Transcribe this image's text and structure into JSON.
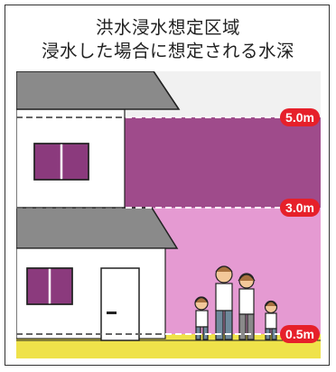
{
  "title_line1": "洪水浸水想定区域",
  "title_line2": "浸水した場合に想定される水深",
  "depth_levels": [
    {
      "label": "5.0m",
      "color": "#e6202a"
    },
    {
      "label": "3.0m",
      "color": "#e6202a"
    },
    {
      "label": "0.5m",
      "color": "#e6202a"
    }
  ],
  "colors": {
    "band_5m_3m": "#9f4b8b",
    "band_3m_05m": "#e59ad2",
    "band_below_05m": "#efe24a",
    "roof": "#8a8a8a",
    "house_wall": "#ffffff",
    "window": "#8b3a7d",
    "label_badge": "#e6202a"
  }
}
